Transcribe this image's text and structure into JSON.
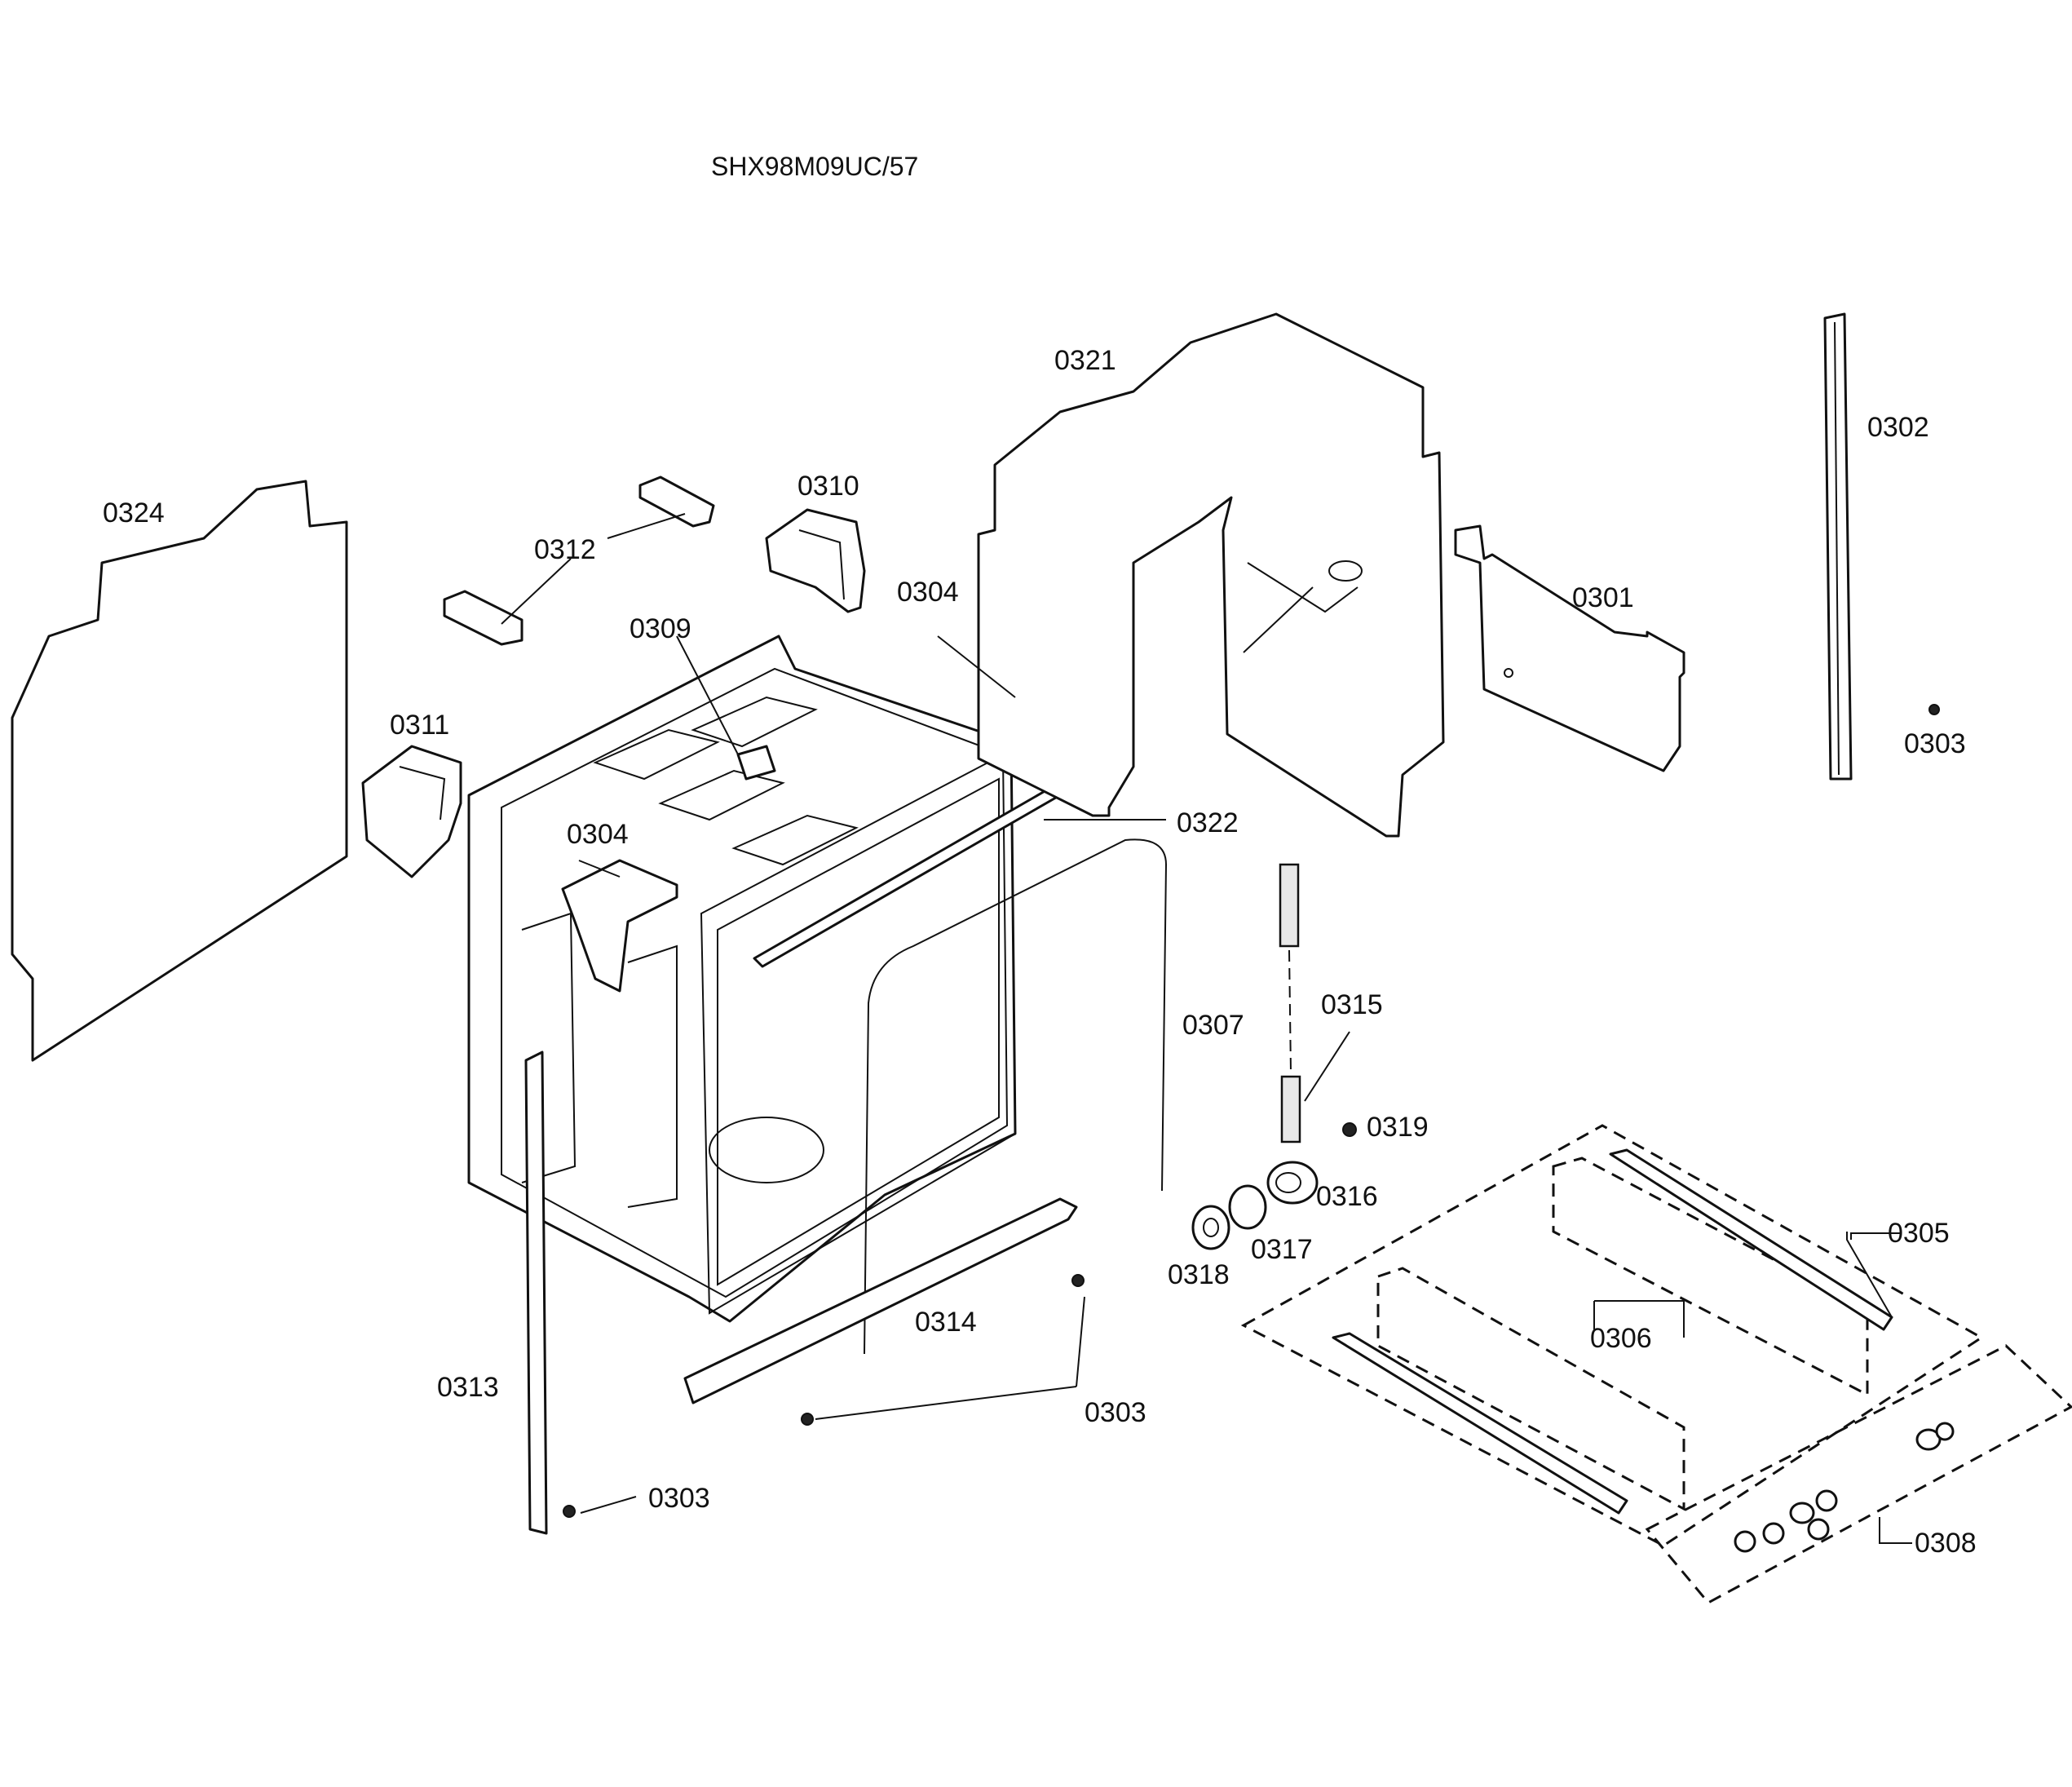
{
  "title": "SHX98M09UC/57",
  "parts": {
    "p0301": "0301",
    "p0302": "0302",
    "p0303_a": "0303",
    "p0303_b": "0303",
    "p0303_c": "0303",
    "p0304_a": "0304",
    "p0304_b": "0304",
    "p0305": "0305",
    "p0306": "0306",
    "p0307": "0307",
    "p0308": "0308",
    "p0309": "0309",
    "p0310": "0310",
    "p0311": "0311",
    "p0312": "0312",
    "p0313": "0313",
    "p0314": "0314",
    "p0315": "0315",
    "p0316": "0316",
    "p0317": "0317",
    "p0318": "0318",
    "p0319": "0319",
    "p0321": "0321",
    "p0322": "0322",
    "p0324": "0324"
  }
}
